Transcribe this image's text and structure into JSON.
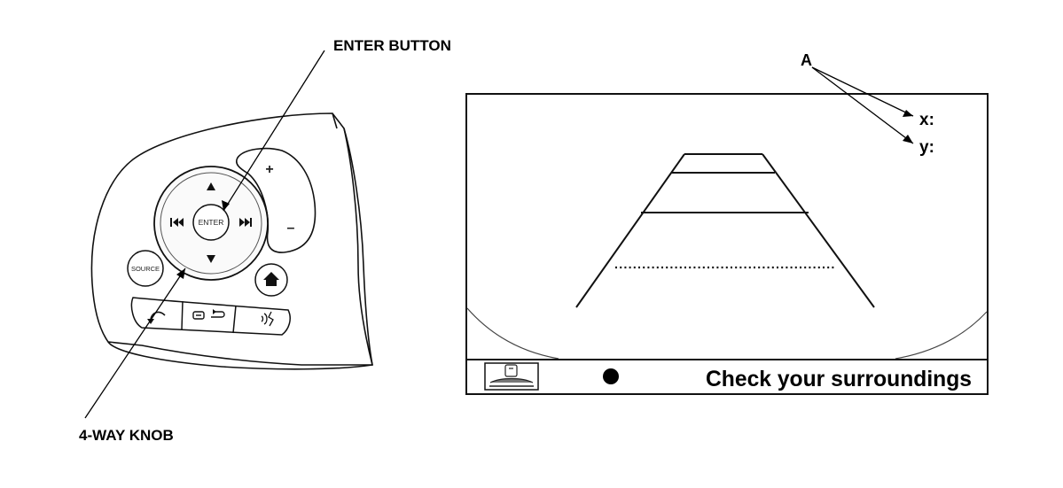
{
  "callouts": {
    "enter_button": "ENTER BUTTON",
    "four_way_knob": "4-WAY KNOB",
    "a_marker": "A"
  },
  "steering_controls": {
    "enter_label": "ENTER",
    "source_label": "SOURCE",
    "plus": "+",
    "minus": "–"
  },
  "camera_display": {
    "x_label": "x:",
    "y_label": "y:",
    "status_message": "Check your surroundings"
  }
}
